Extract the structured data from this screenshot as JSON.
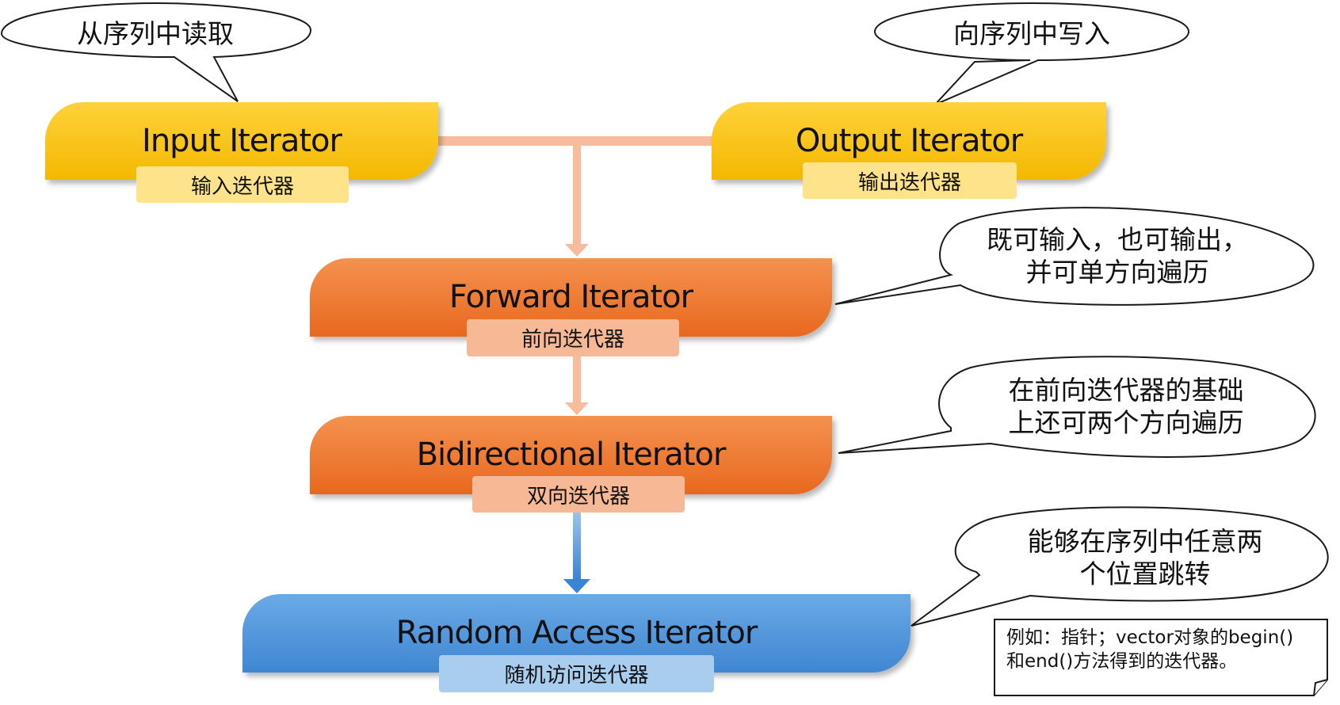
{
  "levels": [
    {
      "title": "Input Iterator",
      "subtitle": "输入迭代器"
    },
    {
      "title": "Output Iterator",
      "subtitle": "输出迭代器"
    },
    {
      "title": "Forward Iterator",
      "subtitle": "前向迭代器"
    },
    {
      "title": "Bidirectional Iterator",
      "subtitle": "双向迭代器"
    },
    {
      "title": "Random Access Iterator",
      "subtitle": "随机访问迭代器"
    }
  ],
  "bubbles": {
    "input": "从序列中读取",
    "output": "向序列中写入",
    "forward": [
      "既可输入，也可输出，",
      "并可单方向遍历"
    ],
    "bidirectional": [
      "在前向迭代器的基础",
      "上还可两个方向遍历"
    ],
    "random": [
      "能够在序列中任意两",
      "个位置跳转"
    ]
  },
  "note": [
    "例如：指针；vector对象的begin()",
    "和end()方法得到的迭代器。"
  ],
  "colors": {
    "yellow": "#f5be0b",
    "orange": "#ec7530",
    "blue": "#4a90d9",
    "connector_light": "#f8bc9c",
    "connector_blue": "#4a8fd8"
  }
}
